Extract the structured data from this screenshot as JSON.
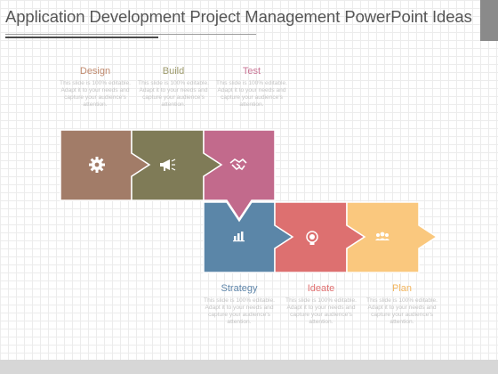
{
  "title": "Application Development Project Management PowerPoint Ideas",
  "description": "This slide is 100% editable. Adapt it to your needs and capture your audience's attention.",
  "stages": [
    {
      "label": "Design",
      "color": "#a27c68",
      "label_color": "#c08a6e",
      "icon": "gear-icon"
    },
    {
      "label": "Build",
      "color": "#7f7b57",
      "label_color": "#9d9a6c",
      "icon": "megaphone-icon"
    },
    {
      "label": "Test",
      "color": "#c26a8c",
      "label_color": "#c97595",
      "icon": "handshake-icon"
    },
    {
      "label": "Strategy",
      "color": "#5b86a8",
      "label_color": "#5f86aa",
      "icon": "bar-chart-icon"
    },
    {
      "label": "Ideate",
      "color": "#dd7070",
      "label_color": "#e07070",
      "icon": "lightbulb-icon"
    },
    {
      "label": "Plan",
      "color": "#fac87e",
      "label_color": "#f2b55e",
      "icon": "people-icon"
    }
  ]
}
